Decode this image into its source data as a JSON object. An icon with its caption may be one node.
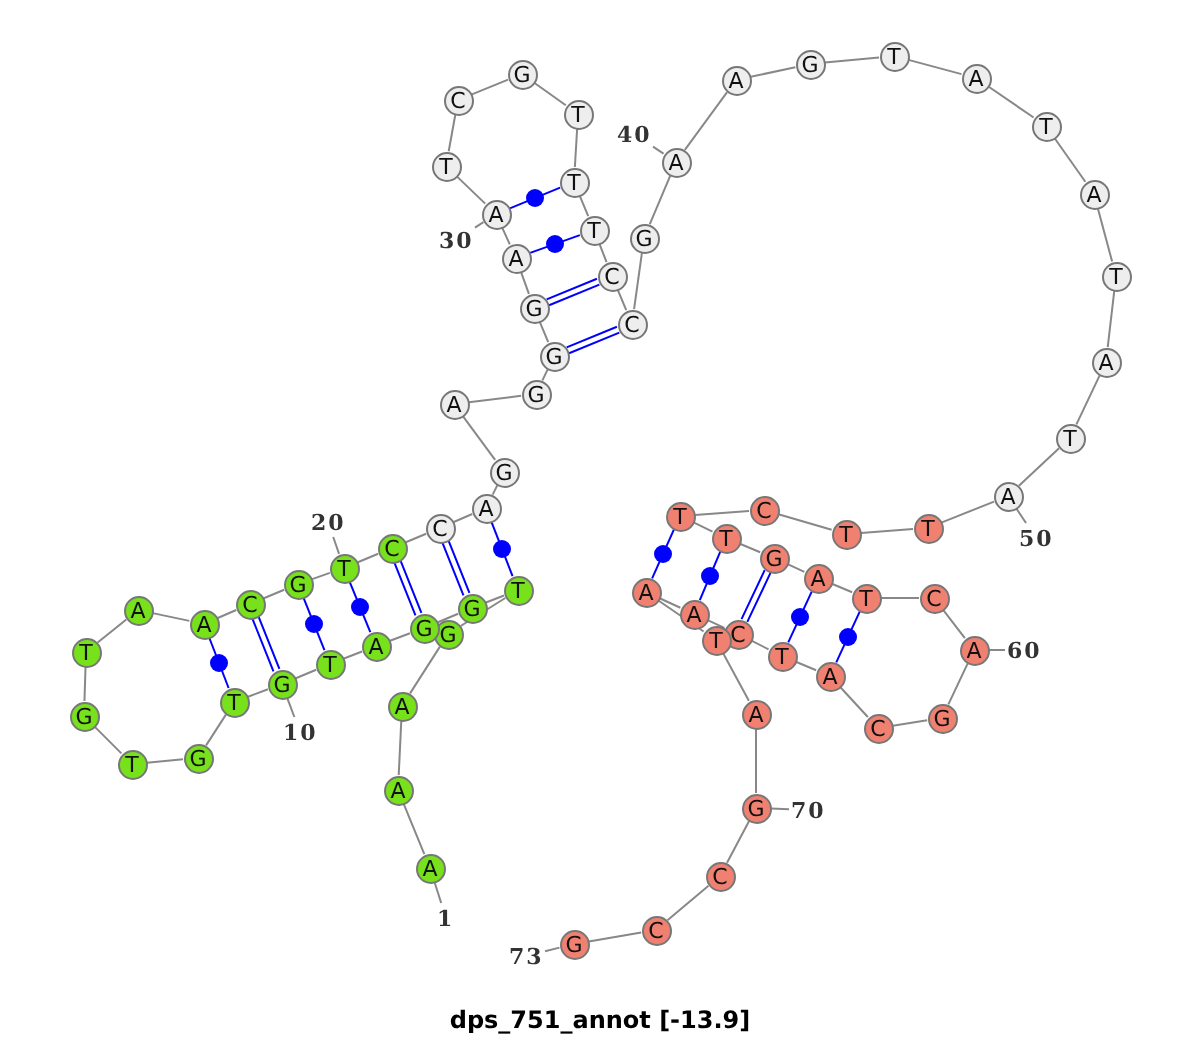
{
  "diagram": {
    "title": "dps_751_annot [-13.9]",
    "nodes": [
      {
        "text": [
          "A"
        ]
      },
      {
        "text": [
          "A"
        ]
      },
      {
        "text": [
          "A"
        ]
      },
      {
        "text": [
          "G"
        ]
      },
      {
        "text": [
          "T"
        ]
      },
      {
        "text": [
          "G"
        ]
      },
      {
        "text": [
          "G"
        ]
      },
      {
        "text": [
          "A"
        ]
      },
      {
        "text": [
          "T"
        ]
      },
      {
        "text": [
          "G"
        ]
      },
      {
        "text": [
          "T"
        ]
      },
      {
        "text": [
          "G"
        ]
      },
      {
        "text": [
          "T"
        ]
      },
      {
        "text": [
          "G"
        ]
      },
      {
        "text": [
          "T"
        ]
      },
      {
        "text": [
          "A"
        ]
      },
      {
        "text": [
          "A"
        ]
      },
      {
        "text": [
          "C"
        ]
      },
      {
        "text": [
          "G"
        ]
      },
      {
        "text": [
          "T"
        ]
      },
      {
        "text": [
          "C"
        ]
      },
      {
        "text": [
          "C"
        ]
      },
      {
        "text": [
          "A"
        ]
      },
      {
        "text": [
          "G"
        ]
      },
      {
        "text": [
          "A"
        ]
      },
      {
        "text": [
          "G"
        ]
      },
      {
        "text": [
          "G"
        ]
      },
      {
        "text": [
          "G"
        ]
      },
      {
        "text": [
          "A"
        ]
      },
      {
        "text": [
          "A"
        ]
      },
      {
        "text": [
          "T"
        ]
      },
      {
        "text": [
          "C"
        ]
      },
      {
        "text": [
          "G"
        ]
      },
      {
        "text": [
          "T"
        ]
      },
      {
        "text": [
          "T"
        ]
      },
      {
        "text": [
          "T"
        ]
      },
      {
        "text": [
          "C"
        ]
      },
      {
        "text": [
          "C"
        ]
      },
      {
        "text": [
          "G"
        ]
      },
      {
        "text": [
          "A"
        ]
      },
      {
        "text": [
          "A"
        ]
      },
      {
        "text": [
          "G"
        ]
      },
      {
        "text": [
          "T"
        ]
      },
      {
        "text": [
          "A"
        ]
      },
      {
        "text": [
          "T"
        ]
      },
      {
        "text": [
          "A"
        ]
      },
      {
        "text": [
          "T"
        ]
      },
      {
        "text": [
          "A"
        ]
      },
      {
        "text": [
          "T"
        ]
      },
      {
        "text": [
          "A"
        ]
      },
      {
        "text": [
          "T"
        ]
      },
      {
        "text": [
          "T"
        ]
      },
      {
        "text": [
          "C"
        ]
      },
      {
        "text": [
          "T"
        ]
      },
      {
        "text": [
          "T"
        ]
      },
      {
        "text": [
          "G"
        ]
      },
      {
        "text": [
          "A"
        ]
      },
      {
        "text": [
          "T"
        ]
      },
      {
        "text": [
          "C"
        ]
      },
      {
        "text": [
          "A"
        ]
      },
      {
        "text": [
          "G"
        ]
      },
      {
        "text": [
          "C"
        ]
      },
      {
        "text": [
          "A"
        ]
      },
      {
        "text": [
          "T"
        ]
      },
      {
        "text": [
          "C"
        ]
      },
      {
        "text": [
          "A"
        ]
      },
      {
        "text": [
          "A"
        ]
      },
      {
        "text": [
          "T"
        ]
      },
      {
        "text": [
          "A"
        ]
      },
      {
        "text": [
          "G"
        ]
      },
      {
        "text": [
          "C"
        ]
      },
      {
        "text": [
          "C"
        ]
      },
      {
        "text": [
          "G"
        ]
      },
      {
        "text": [
          "1"
        ]
      },
      {
        "text": [
          "10"
        ]
      },
      {
        "text": [
          "20"
        ]
      },
      {
        "text": [
          "30"
        ]
      },
      {
        "text": [
          "40"
        ]
      },
      {
        "text": [
          "50"
        ]
      },
      {
        "text": [
          "60"
        ]
      },
      {
        "text": [
          "70"
        ]
      },
      {
        "text": [
          "73"
        ]
      }
    ],
    "edges": [
      {
        "from": 0,
        "to": 1,
        "arrow": "none"
      },
      {
        "from": 1,
        "to": 2,
        "arrow": "none"
      },
      {
        "from": 2,
        "to": 3,
        "arrow": "none"
      },
      {
        "from": 3,
        "to": 4,
        "arrow": "none"
      },
      {
        "from": 4,
        "to": 5,
        "arrow": "none"
      },
      {
        "from": 5,
        "to": 6,
        "arrow": "none"
      },
      {
        "from": 6,
        "to": 7,
        "arrow": "none"
      },
      {
        "from": 7,
        "to": 8,
        "arrow": "none"
      },
      {
        "from": 8,
        "to": 9,
        "arrow": "none"
      },
      {
        "from": 9,
        "to": 10,
        "arrow": "none"
      },
      {
        "from": 10,
        "to": 11,
        "arrow": "none"
      },
      {
        "from": 11,
        "to": 12,
        "arrow": "none"
      },
      {
        "from": 12,
        "to": 13,
        "arrow": "none"
      },
      {
        "from": 13,
        "to": 14,
        "arrow": "none"
      },
      {
        "from": 14,
        "to": 15,
        "arrow": "none"
      },
      {
        "from": 15,
        "to": 16,
        "arrow": "none"
      },
      {
        "from": 16,
        "to": 17,
        "arrow": "none"
      },
      {
        "from": 17,
        "to": 18,
        "arrow": "none"
      },
      {
        "from": 18,
        "to": 19,
        "arrow": "none"
      },
      {
        "from": 19,
        "to": 20,
        "arrow": "none"
      },
      {
        "from": 20,
        "to": 21,
        "arrow": "none"
      },
      {
        "from": 21,
        "to": 22,
        "arrow": "none"
      },
      {
        "from": 22,
        "to": 23,
        "arrow": "none"
      },
      {
        "from": 23,
        "to": 24,
        "arrow": "none"
      },
      {
        "from": 24,
        "to": 25,
        "arrow": "none"
      },
      {
        "from": 25,
        "to": 26,
        "arrow": "none"
      },
      {
        "from": 26,
        "to": 27,
        "arrow": "none"
      },
      {
        "from": 27,
        "to": 28,
        "arrow": "none"
      },
      {
        "from": 28,
        "to": 29,
        "arrow": "none"
      },
      {
        "from": 29,
        "to": 30,
        "arrow": "none"
      },
      {
        "from": 30,
        "to": 31,
        "arrow": "none"
      },
      {
        "from": 31,
        "to": 32,
        "arrow": "none"
      },
      {
        "from": 32,
        "to": 33,
        "arrow": "none"
      },
      {
        "from": 33,
        "to": 34,
        "arrow": "none"
      },
      {
        "from": 34,
        "to": 35,
        "arrow": "none"
      },
      {
        "from": 35,
        "to": 36,
        "arrow": "none"
      },
      {
        "from": 36,
        "to": 37,
        "arrow": "none"
      },
      {
        "from": 37,
        "to": 38,
        "arrow": "none"
      },
      {
        "from": 38,
        "to": 39,
        "arrow": "none"
      },
      {
        "from": 39,
        "to": 40,
        "arrow": "none"
      },
      {
        "from": 40,
        "to": 41,
        "arrow": "none"
      },
      {
        "from": 41,
        "to": 42,
        "arrow": "none"
      },
      {
        "from": 42,
        "to": 43,
        "arrow": "none"
      },
      {
        "from": 43,
        "to": 44,
        "arrow": "none"
      },
      {
        "from": 44,
        "to": 45,
        "arrow": "none"
      },
      {
        "from": 45,
        "to": 46,
        "arrow": "none"
      },
      {
        "from": 46,
        "to": 47,
        "arrow": "none"
      },
      {
        "from": 47,
        "to": 48,
        "arrow": "none"
      },
      {
        "from": 48,
        "to": 49,
        "arrow": "none"
      },
      {
        "from": 49,
        "to": 50,
        "arrow": "none"
      },
      {
        "from": 50,
        "to": 51,
        "arrow": "none"
      },
      {
        "from": 51,
        "to": 52,
        "arrow": "none"
      },
      {
        "from": 52,
        "to": 53,
        "arrow": "none"
      },
      {
        "from": 53,
        "to": 54,
        "arrow": "none"
      },
      {
        "from": 54,
        "to": 55,
        "arrow": "none"
      },
      {
        "from": 55,
        "to": 56,
        "arrow": "none"
      },
      {
        "from": 56,
        "to": 57,
        "arrow": "none"
      },
      {
        "from": 57,
        "to": 58,
        "arrow": "none"
      },
      {
        "from": 58,
        "to": 59,
        "arrow": "none"
      },
      {
        "from": 59,
        "to": 60,
        "arrow": "none"
      },
      {
        "from": 60,
        "to": 61,
        "arrow": "none"
      },
      {
        "from": 61,
        "to": 62,
        "arrow": "none"
      },
      {
        "from": 62,
        "to": 63,
        "arrow": "none"
      },
      {
        "from": 63,
        "to": 64,
        "arrow": "none"
      },
      {
        "from": 64,
        "to": 65,
        "arrow": "none"
      },
      {
        "from": 65,
        "to": 66,
        "arrow": "none"
      },
      {
        "from": 66,
        "to": 67,
        "arrow": "none"
      },
      {
        "from": 67,
        "to": 68,
        "arrow": "none"
      },
      {
        "from": 68,
        "to": 69,
        "arrow": "none"
      },
      {
        "from": 69,
        "to": 70,
        "arrow": "none"
      },
      {
        "from": 70,
        "to": 71,
        "arrow": "none"
      },
      {
        "from": 71,
        "to": 72,
        "arrow": "none"
      },
      {
        "from": 4,
        "to": 22,
        "arrow": "none",
        "color": "#0000ff"
      },
      {
        "from": 5,
        "to": 21,
        "arrow": "none",
        "color": "#0000ff"
      },
      {
        "from": 6,
        "to": 20,
        "arrow": "none",
        "color": "#0000ff"
      },
      {
        "from": 7,
        "to": 19,
        "arrow": "none",
        "color": "#0000ff"
      },
      {
        "from": 8,
        "to": 18,
        "arrow": "none",
        "color": "#0000ff"
      },
      {
        "from": 9,
        "to": 17,
        "arrow": "none",
        "color": "#0000ff"
      },
      {
        "from": 10,
        "to": 16,
        "arrow": "none",
        "color": "#0000ff"
      },
      {
        "from": 26,
        "to": 37,
        "arrow": "none",
        "color": "#0000ff"
      },
      {
        "from": 27,
        "to": 36,
        "arrow": "none",
        "color": "#0000ff"
      },
      {
        "from": 28,
        "to": 35,
        "arrow": "none",
        "color": "#0000ff"
      },
      {
        "from": 29,
        "to": 34,
        "arrow": "none",
        "color": "#0000ff"
      },
      {
        "from": 53,
        "to": 66,
        "arrow": "none",
        "color": "#0000ff"
      },
      {
        "from": 54,
        "to": 65,
        "arrow": "none",
        "color": "#0000ff"
      },
      {
        "from": 55,
        "to": 64,
        "arrow": "none",
        "color": "#0000ff"
      },
      {
        "from": 56,
        "to": 63,
        "arrow": "none",
        "color": "#0000ff"
      },
      {
        "from": 57,
        "to": 62,
        "arrow": "none",
        "color": "#0000ff"
      },
      {
        "from": 73,
        "to": 0,
        "arrow": "none"
      },
      {
        "from": 74,
        "to": 9,
        "arrow": "none"
      },
      {
        "from": 75,
        "to": 19,
        "arrow": "none"
      },
      {
        "from": 76,
        "to": 29,
        "arrow": "none"
      },
      {
        "from": 77,
        "to": 39,
        "arrow": "none"
      },
      {
        "from": 78,
        "to": 49,
        "arrow": "none"
      },
      {
        "from": 79,
        "to": 59,
        "arrow": "none"
      },
      {
        "from": 80,
        "to": 69,
        "arrow": "none"
      },
      {
        "from": 81,
        "to": 72,
        "arrow": "none"
      }
    ]
  }
}
